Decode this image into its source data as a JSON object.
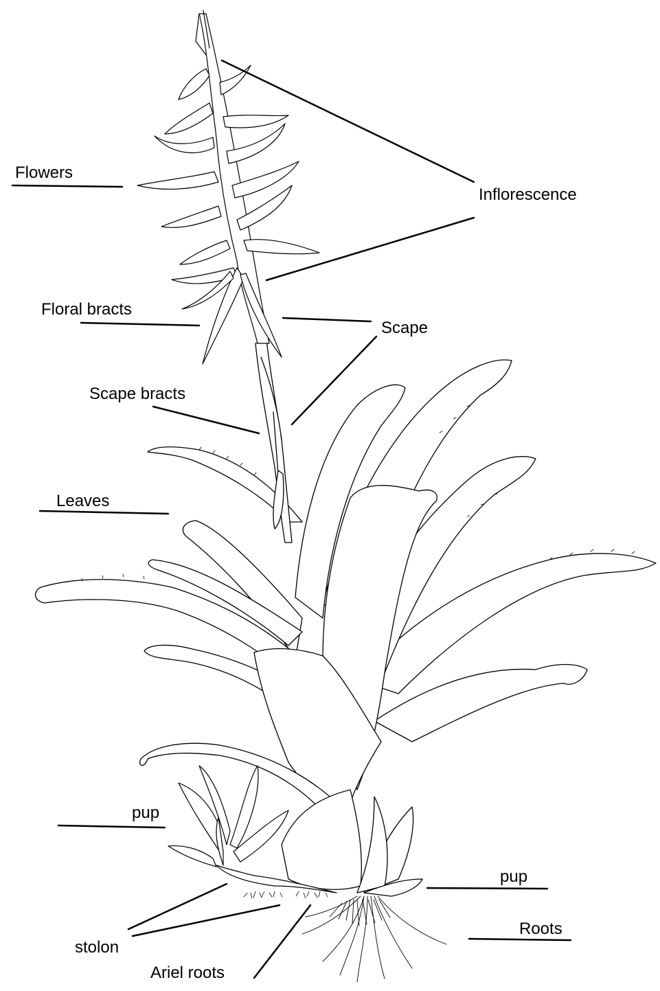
{
  "labels": {
    "flowers": "Flowers",
    "inflorescence": "Inflorescence",
    "floral_bracts": "Floral bracts",
    "scape": "Scape",
    "scape_bracts": "Scape bracts",
    "leaves": "Leaves",
    "pup_left": "pup",
    "pup_right": "pup",
    "roots": "Roots",
    "stolon": "stolon",
    "ariel_roots": "Ariel roots"
  },
  "colors": {
    "ink": "#000000",
    "background": "#ffffff"
  }
}
